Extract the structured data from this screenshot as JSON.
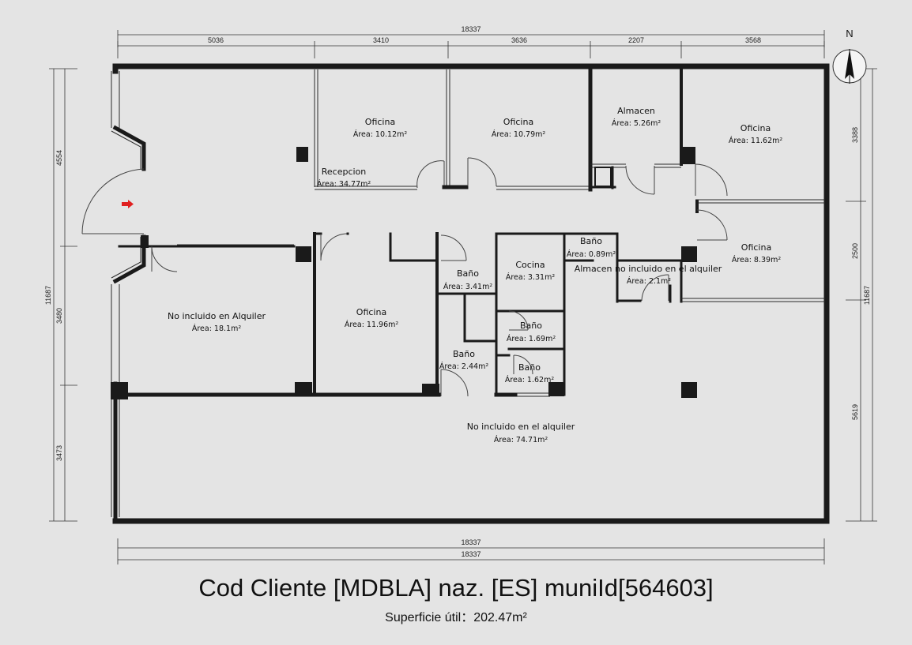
{
  "north_label": "N",
  "title": "Cod Cliente [MDBLA] naz. [ES] muniId[564603]",
  "subtitle": "Superficie útil：202.47m²",
  "dims": {
    "top_total": "18337",
    "top_1": "5036",
    "top_2": "3410",
    "top_3": "3636",
    "top_4": "2207",
    "top_5": "3568",
    "bottom_1": "18337",
    "bottom_2": "18337",
    "left_total": "11687",
    "left_1": "4554",
    "left_2": "3480",
    "left_3": "3473",
    "right_total": "11687",
    "right_1": "3388",
    "right_2": "2500",
    "right_3": "5619"
  },
  "rooms": {
    "oficina_1": {
      "name": "Oficina",
      "area": "Área: 10.12m²"
    },
    "oficina_2": {
      "name": "Oficina",
      "area": "Área: 10.79m²"
    },
    "almacen": {
      "name": "Almacen",
      "area": "Área: 5.26m²"
    },
    "oficina_3": {
      "name": "Oficina",
      "area": "Área: 11.62m²"
    },
    "recepcion": {
      "name": "Recepcion",
      "area": "Área: 34.77m²"
    },
    "oficina_4": {
      "name": "Oficina",
      "area": "Área: 8.39m²"
    },
    "bano_1": {
      "name": "Baño",
      "area": "Área: 0.89m²"
    },
    "almacen_no_incluido": {
      "name": "Almacen no incluido en el alquiler",
      "area": "Área: 2.1m²"
    },
    "bano_2": {
      "name": "Baño",
      "area": "Área: 3.41m²"
    },
    "cocina": {
      "name": "Cocina",
      "area": "Área: 3.31m²"
    },
    "no_incluido_alquiler": {
      "name": "No incluido en Alquiler",
      "area": "Área: 18.1m²"
    },
    "oficina_5": {
      "name": "Oficina",
      "area": "Área: 11.96m²"
    },
    "bano_3": {
      "name": "Baño",
      "area": "Área: 1.69m²"
    },
    "bano_4": {
      "name": "Baño",
      "area": "Área: 2.44m²"
    },
    "bano_5": {
      "name": "Baño",
      "area": "Área: 1.62m²"
    },
    "no_incluido_el_alquiler": {
      "name": "No incluido en el alquiler",
      "area": "Área: 74.71m²"
    }
  }
}
